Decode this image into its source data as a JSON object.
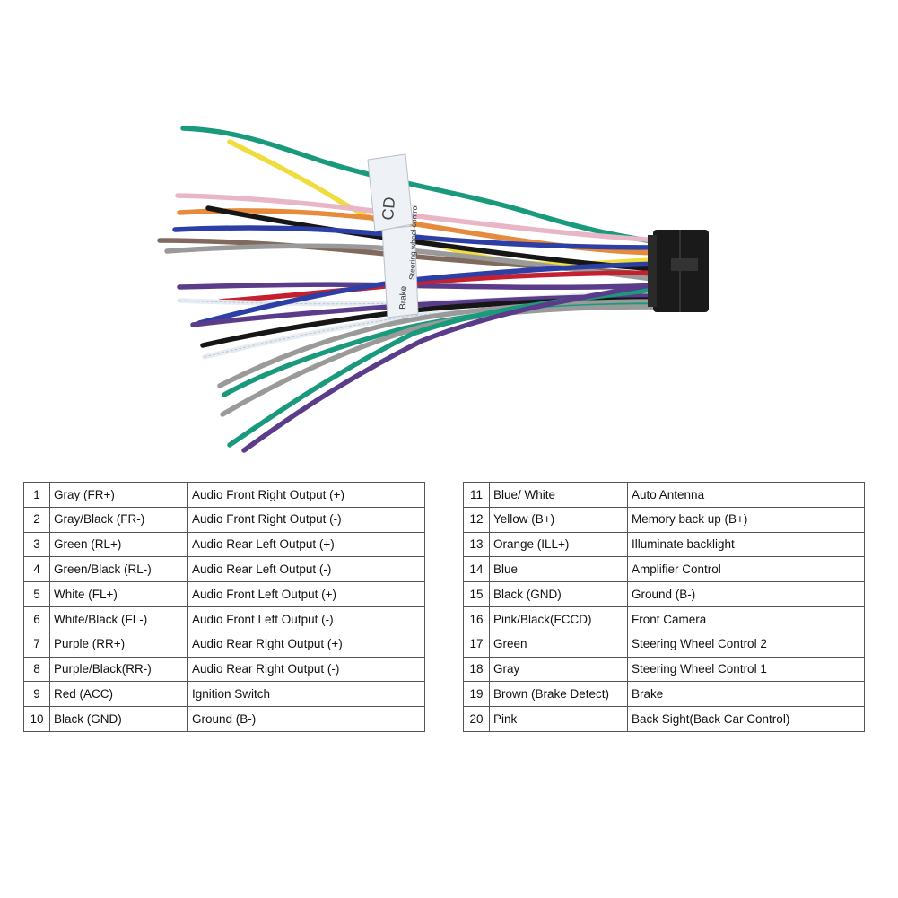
{
  "harness": {
    "label_text": "Brake",
    "label_text_2": "Steering wheel control",
    "label_text_3": "CD"
  },
  "wire_colors": {
    "gray": "#9a9a9a",
    "green": "#1a9a7c",
    "white": "#e6ecf2",
    "purple": "#5a3c8a",
    "red": "#c4202e",
    "black": "#161616",
    "blue": "#2c3fa6",
    "yellow": "#f0dc3c",
    "orange": "#e68a3c",
    "pink": "#e8b6c6",
    "brown": "#806a5e",
    "connector": "#1a1a1a"
  },
  "pins_left": [
    {
      "num": "1",
      "color": "Gray (FR+)",
      "function": "Audio Front Right Output (+)"
    },
    {
      "num": "2",
      "color": "Gray/Black (FR-)",
      "function": "Audio Front Right Output (-)"
    },
    {
      "num": "3",
      "color": "Green (RL+)",
      "function": "Audio Rear Left Output (+)"
    },
    {
      "num": "4",
      "color": "Green/Black (RL-)",
      "function": "Audio Rear Left Output (-)"
    },
    {
      "num": "5",
      "color": "White (FL+)",
      "function": "Audio Front Left Output (+)"
    },
    {
      "num": "6",
      "color": "White/Black (FL-)",
      "function": "Audio Front Left Output (-)"
    },
    {
      "num": "7",
      "color": "Purple (RR+)",
      "function": "Audio Rear Right Output (+)"
    },
    {
      "num": "8",
      "color": "Purple/Black(RR-)",
      "function": "Audio Rear Right Output (-)"
    },
    {
      "num": "9",
      "color": "Red (ACC)",
      "function": "Ignition Switch"
    },
    {
      "num": "10",
      "color": "Black (GND)",
      "function": "Ground (B-)"
    }
  ],
  "pins_right": [
    {
      "num": "11",
      "color": "Blue/ White",
      "function": "Auto Antenna"
    },
    {
      "num": "12",
      "color": "Yellow (B+)",
      "function": "Memory back up (B+)"
    },
    {
      "num": "13",
      "color": "Orange (ILL+)",
      "function": "Illuminate backlight"
    },
    {
      "num": "14",
      "color": "Blue",
      "function": "Amplifier Control"
    },
    {
      "num": "15",
      "color": "Black (GND)",
      "function": "Ground (B-)"
    },
    {
      "num": "16",
      "color": "Pink/Black(FCCD)",
      "function": "Front Camera"
    },
    {
      "num": "17",
      "color": "Green",
      "function": "Steering Wheel Control 2"
    },
    {
      "num": "18",
      "color": "Gray",
      "function": "Steering Wheel Control 1"
    },
    {
      "num": "19",
      "color": "Brown (Brake Detect)",
      "function": "Brake"
    },
    {
      "num": "20",
      "color": "Pink",
      "function": "Back Sight(Back Car Control)"
    }
  ]
}
